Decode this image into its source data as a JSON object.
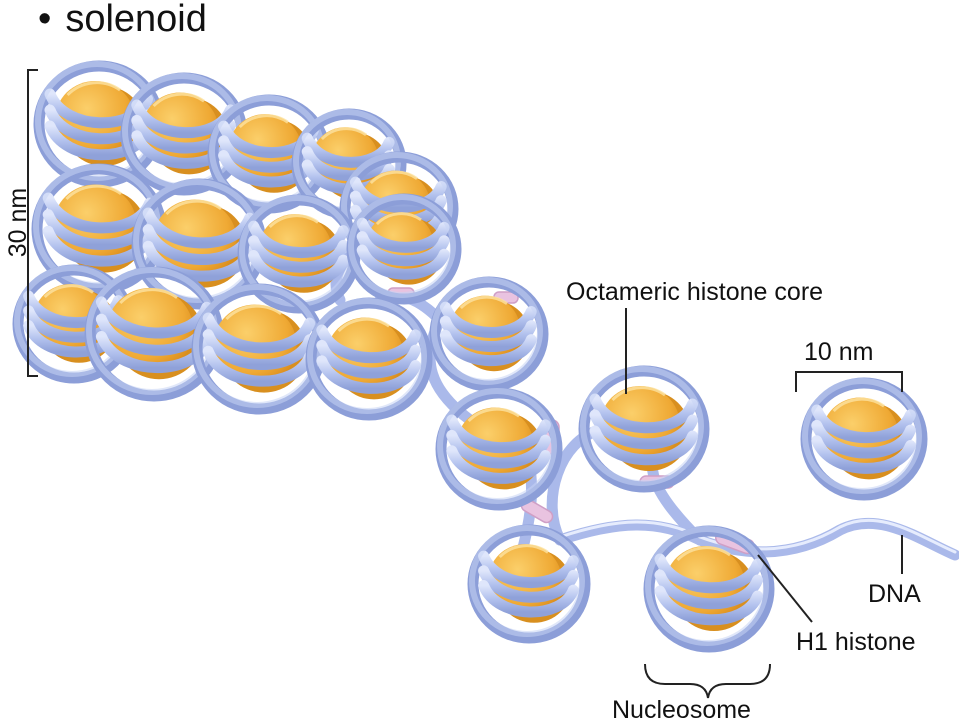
{
  "title": {
    "bullet": "•",
    "text": "solenoid"
  },
  "labels": {
    "scale_30": "30 nm",
    "scale_10": "10 nm",
    "core": "Octameric histone core",
    "dna": "DNA",
    "h1": "H1 histone",
    "nucleosome": "Nucleosome"
  },
  "colors": {
    "core_face": "#f2b441",
    "core_edge": "#d88f1f",
    "core_highlight": "#fde2a0",
    "dna": "#b8c6ee",
    "dna_dark": "#8c9ed8",
    "h1": "#e8c2df"
  }
}
